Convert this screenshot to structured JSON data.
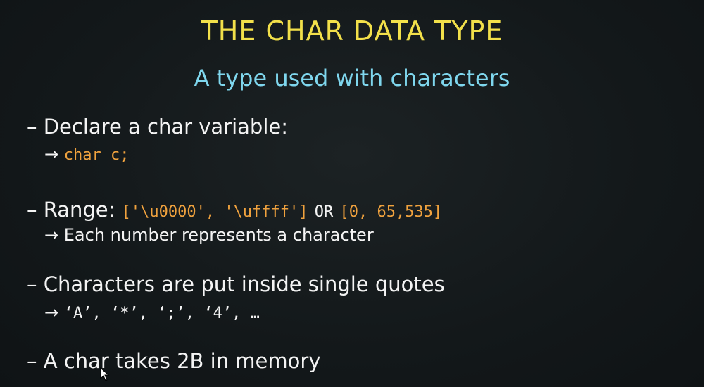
{
  "title": "THE CHAR DATA TYPE",
  "subtitle": "A type used with characters",
  "bullets": [
    {
      "dash": "–",
      "text": "Declare a char variable:",
      "sub_arrow": "→",
      "sub_code": "char c;"
    },
    {
      "dash": "–",
      "text": "Range:",
      "code1": "['\\u0000', '\\uffff']",
      "or": "OR",
      "code2": "[0, 65,535]",
      "sub_arrow": "→",
      "sub_text": "Each number represents a character"
    },
    {
      "dash": "–",
      "text": "Characters are put inside single quotes",
      "sub_arrow": "→",
      "sub_text": "‘A’,  ‘*’,  ‘;’,  ‘4’,  …"
    },
    {
      "dash": "–",
      "text": "A char takes 2B in memory"
    }
  ],
  "colors": {
    "title": "#f2e04a",
    "subtitle": "#7fd7ee",
    "code": "#f0a23e",
    "background": "#13181a"
  },
  "icons": {
    "cursor": "mouse-pointer-icon"
  }
}
